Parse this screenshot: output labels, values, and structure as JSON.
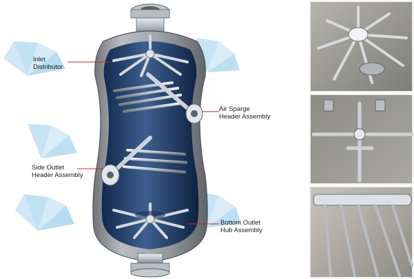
{
  "labels": {
    "inlet": {
      "line1": "Inlet",
      "line2": "Distributor"
    },
    "air_sparge": {
      "line1": "Air Sparge",
      "line2": "Header Assembly"
    },
    "side_outlet": {
      "line1": "Side Outlet",
      "line2": "Header Assembly"
    },
    "bottom_outlet": {
      "line1": "Bottom Outlet",
      "line2": "Hub Assembly"
    }
  },
  "vessel_mark": "©FSPI",
  "colors": {
    "leader_line": "#cc2222",
    "vessel_shell": "#9a9ea3",
    "vessel_interior": "#1f3e6a",
    "steel": "#c9ced3",
    "photo_background": "#9c9c98",
    "deco_blue": "#7ec0e6"
  }
}
